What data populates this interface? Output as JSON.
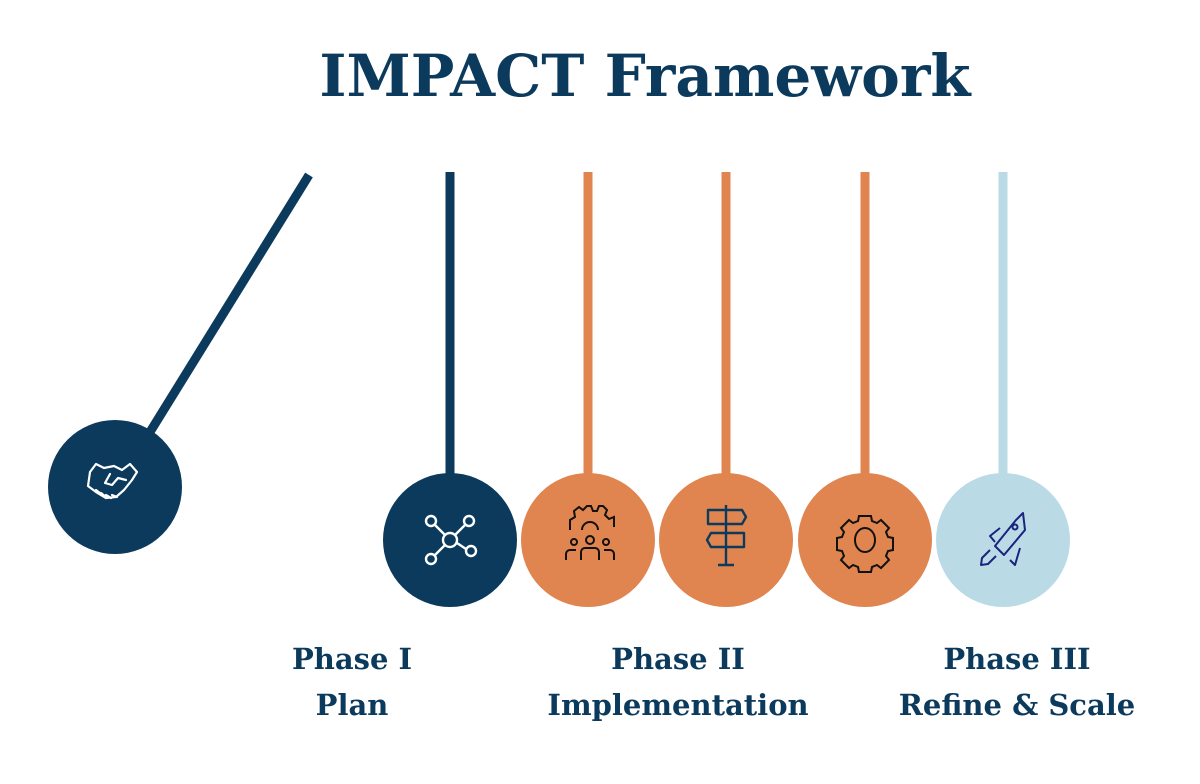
{
  "title": "IMPACT Framework",
  "colors": {
    "navy": "#0b3a5d",
    "orange": "#e0854f",
    "light_blue": "#badbe6"
  },
  "balls": [
    {
      "icon": "handshake-icon",
      "color": "navy"
    },
    {
      "icon": "network-icon",
      "color": "navy"
    },
    {
      "icon": "team-gear-icon",
      "color": "orange"
    },
    {
      "icon": "signpost-icon",
      "color": "orange"
    },
    {
      "icon": "gear-icon",
      "color": "orange"
    },
    {
      "icon": "rocket-icon",
      "color": "light_blue"
    }
  ],
  "phases": [
    {
      "phase": "Phase I",
      "name": "Plan"
    },
    {
      "phase": "Phase II",
      "name": "Implementation"
    },
    {
      "phase": "Phase III",
      "name": "Refine & Scale"
    }
  ]
}
